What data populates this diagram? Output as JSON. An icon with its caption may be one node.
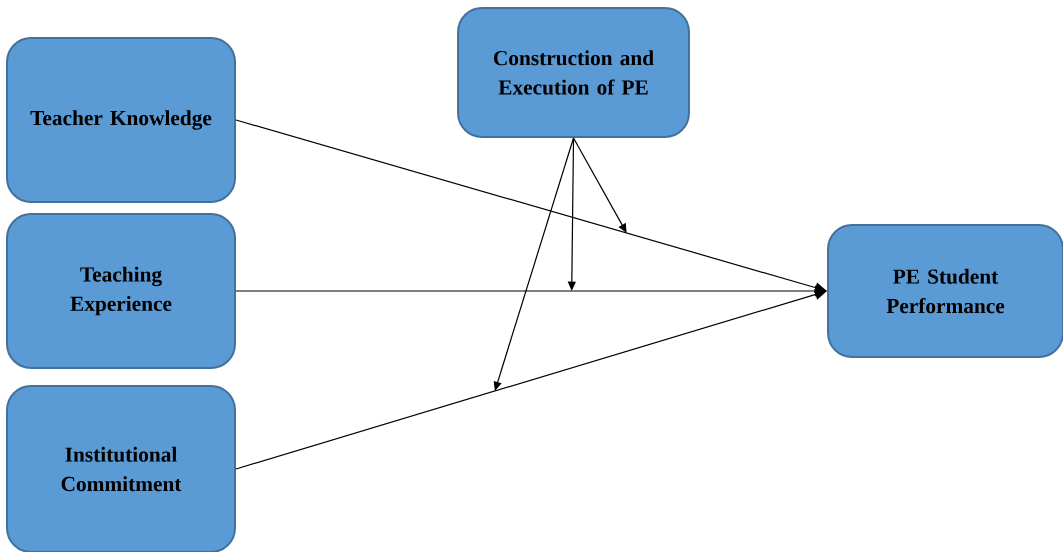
{
  "diagram": {
    "nodes": [
      {
        "text": [
          "Teacher Knowledge"
        ]
      },
      {
        "text": [
          "Teaching Experience"
        ]
      },
      {
        "text": [
          "Institutional Commitment"
        ]
      },
      {
        "text": [
          "Construction and Execution of PE"
        ]
      },
      {
        "text": [
          "PE Student Performance"
        ]
      }
    ],
    "edges": [
      {
        "from": 0,
        "to": 4,
        "arrow": "to"
      },
      {
        "from": 1,
        "to": 4,
        "arrow": "to"
      },
      {
        "from": 2,
        "to": 4,
        "arrow": "to"
      },
      {
        "from": 3,
        "to": null,
        "arrow": "to"
      },
      {
        "from": 3,
        "to": null,
        "arrow": "to"
      },
      {
        "from": 3,
        "to": null,
        "arrow": "to"
      }
    ]
  }
}
